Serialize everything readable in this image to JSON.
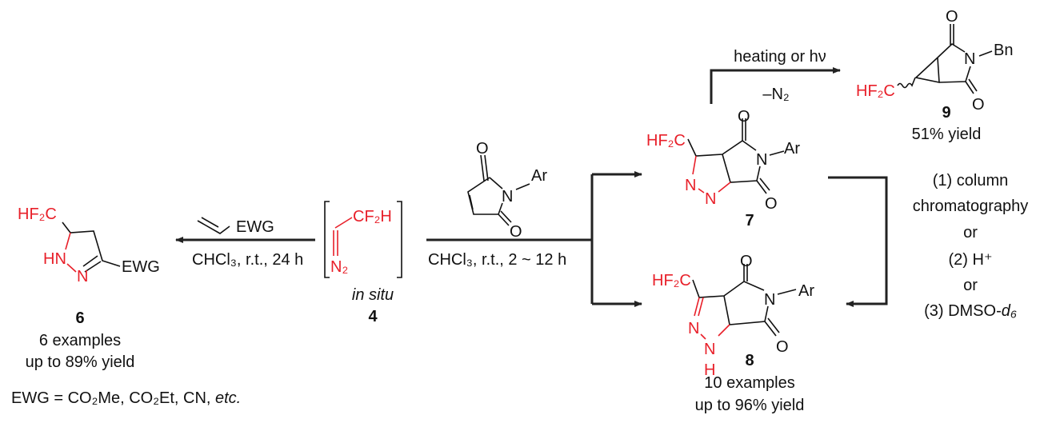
{
  "colors": {
    "highlight": "#e8202a",
    "text": "#111111"
  },
  "compound6": {
    "cf2": "HF₂C",
    "hn": "HN",
    "n": "N",
    "ewg": "EWG",
    "number": "6",
    "examples": "6 examples",
    "yield": "up to 89% yield",
    "ewg_def_prefix": "EWG = CO₂Me, CO₂Et, CN, ",
    "ewg_def_etc": "etc."
  },
  "step_left": {
    "reagent": "EWG",
    "conditions": "CHCl₃, r.t., 24 h"
  },
  "intermediate4": {
    "cf2h": "CF₂H",
    "n2": "N₂",
    "note": "in situ",
    "number": "4"
  },
  "step_right": {
    "o1": "O",
    "n": "N",
    "ar": "Ar",
    "o2": "O",
    "conditions": "CHCl₃, r.t., 2 ~ 12 h"
  },
  "compound7": {
    "cf2": "HF₂C",
    "n_a": "N",
    "n_b": "N",
    "n": "N",
    "ar": "Ar",
    "o1": "O",
    "o2": "O",
    "number": "7"
  },
  "step_top": {
    "conditions": "heating or hν",
    "loss": "–N₂"
  },
  "compound9": {
    "cf2": "HF₂C",
    "n": "N",
    "bn": "Bn",
    "o1": "O",
    "o2": "O",
    "number": "9",
    "yield": "51% yield"
  },
  "isomerization": {
    "line1": "(1) column",
    "line2": "chromatography",
    "line3": "or",
    "line4": "(2) H⁺",
    "line5": "or",
    "line6_prefix": "(3) DMSO-",
    "line6_italic": "d₆"
  },
  "compound8": {
    "cf2": "HF₂C",
    "n_a": "N",
    "n_b": "N",
    "h": "H",
    "n": "N",
    "ar": "Ar",
    "o1": "O",
    "o2": "O",
    "number": "8",
    "examples": "10 examples",
    "yield": "up to 96%  yield"
  }
}
